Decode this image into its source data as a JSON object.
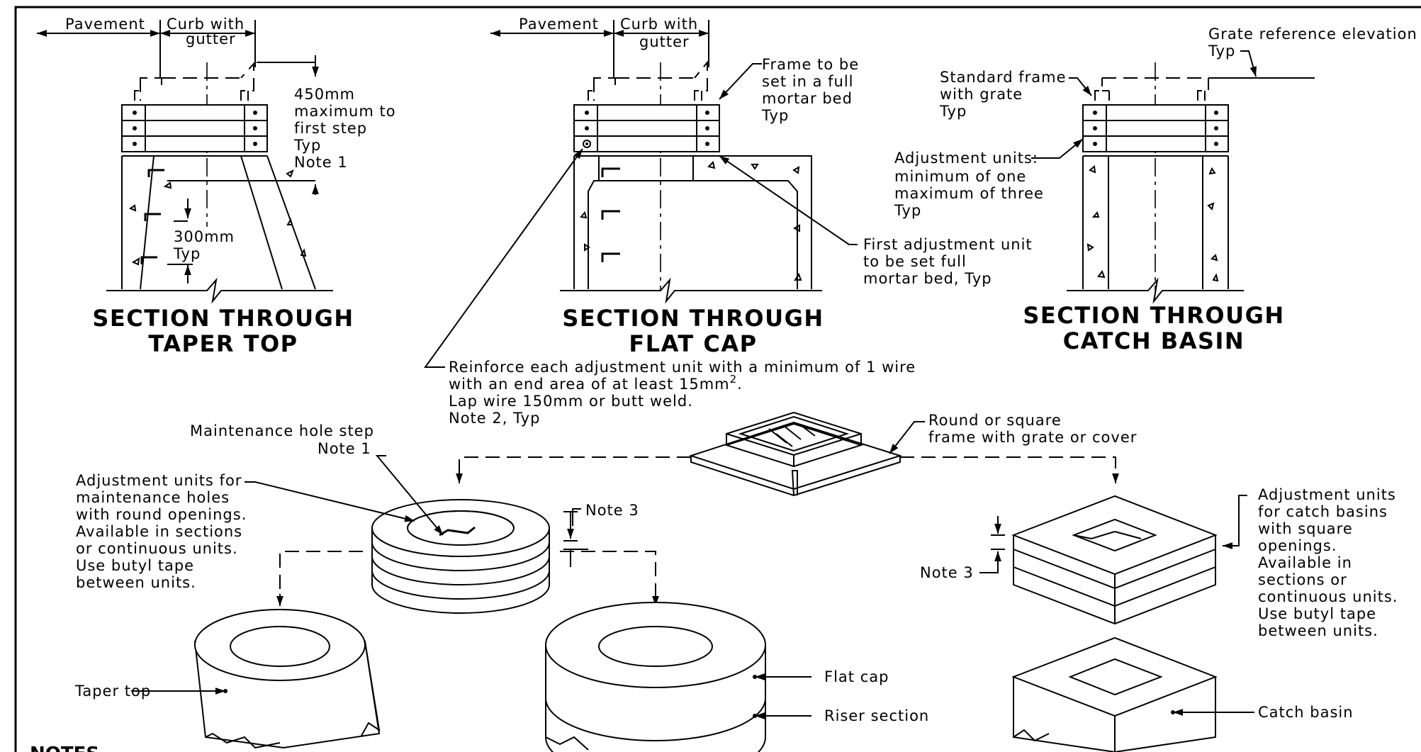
{
  "taper_section": {
    "title_line1": "SECTION THROUGH",
    "title_line2": "TAPER TOP",
    "pavement": "Pavement",
    "curb_line1": "Curb with",
    "curb_line2": "gutter",
    "max_note": [
      "450mm",
      "maximum to",
      "first step",
      "Typ",
      "Note 1"
    ],
    "step_spacing_line1": "300mm",
    "step_spacing_line2": "Typ"
  },
  "flat_cap_section": {
    "title_line1": "SECTION THROUGH",
    "title_line2": "FLAT CAP",
    "pavement": "Pavement",
    "curb_line1": "Curb with",
    "curb_line2": "gutter",
    "frame_note": [
      "Frame to be",
      "set in a full",
      "mortar bed",
      "Typ"
    ],
    "first_unit_note": [
      "First adjustment unit",
      "to be set full",
      "mortar bed, Typ"
    ]
  },
  "catch_basin_section": {
    "title_line1": "SECTION THROUGH",
    "title_line2": "CATCH BASIN",
    "grate_line1": "Grate reference elevation",
    "grate_line2": "Typ",
    "standard_frame": [
      "Standard frame",
      "with grate",
      "Typ"
    ],
    "adjustment_units": [
      "Adjustment units:",
      "minimum of one",
      "maximum of three",
      "Typ"
    ]
  },
  "reinforce_note": {
    "line1": "Reinforce each adjustment unit with a minimum of 1 wire",
    "line2_prefix": "with an end area of at least 15mm",
    "line2_sup": "2",
    "line2_suffix": ".",
    "line3": "Lap wire 150mm or butt weld.",
    "line4": "Note 2, Typ"
  },
  "iso_views": {
    "mh_step_line1": "Maintenance hole step",
    "mh_step_line2": "Note 1",
    "round_units": [
      "Adjustment units for",
      "maintenance holes",
      "with round openings.",
      "Available in sections",
      "or continuous units.",
      "Use butyl tape",
      "between units."
    ],
    "frame_line1": "Round or square",
    "frame_line2": "frame with grate or cover",
    "note3_round": "Note 3",
    "note3_square": "Note 3",
    "square_units": [
      "Adjustment units",
      "for catch basins",
      "with square",
      "openings.",
      "Available in",
      "sections or",
      "continuous units.",
      "Use butyl tape",
      "between units."
    ],
    "taper_top": "Taper top",
    "flat_cap": "Flat cap",
    "riser_section": "Riser section",
    "catch_basin": "Catch basin"
  },
  "notes_heading": "NOTES"
}
